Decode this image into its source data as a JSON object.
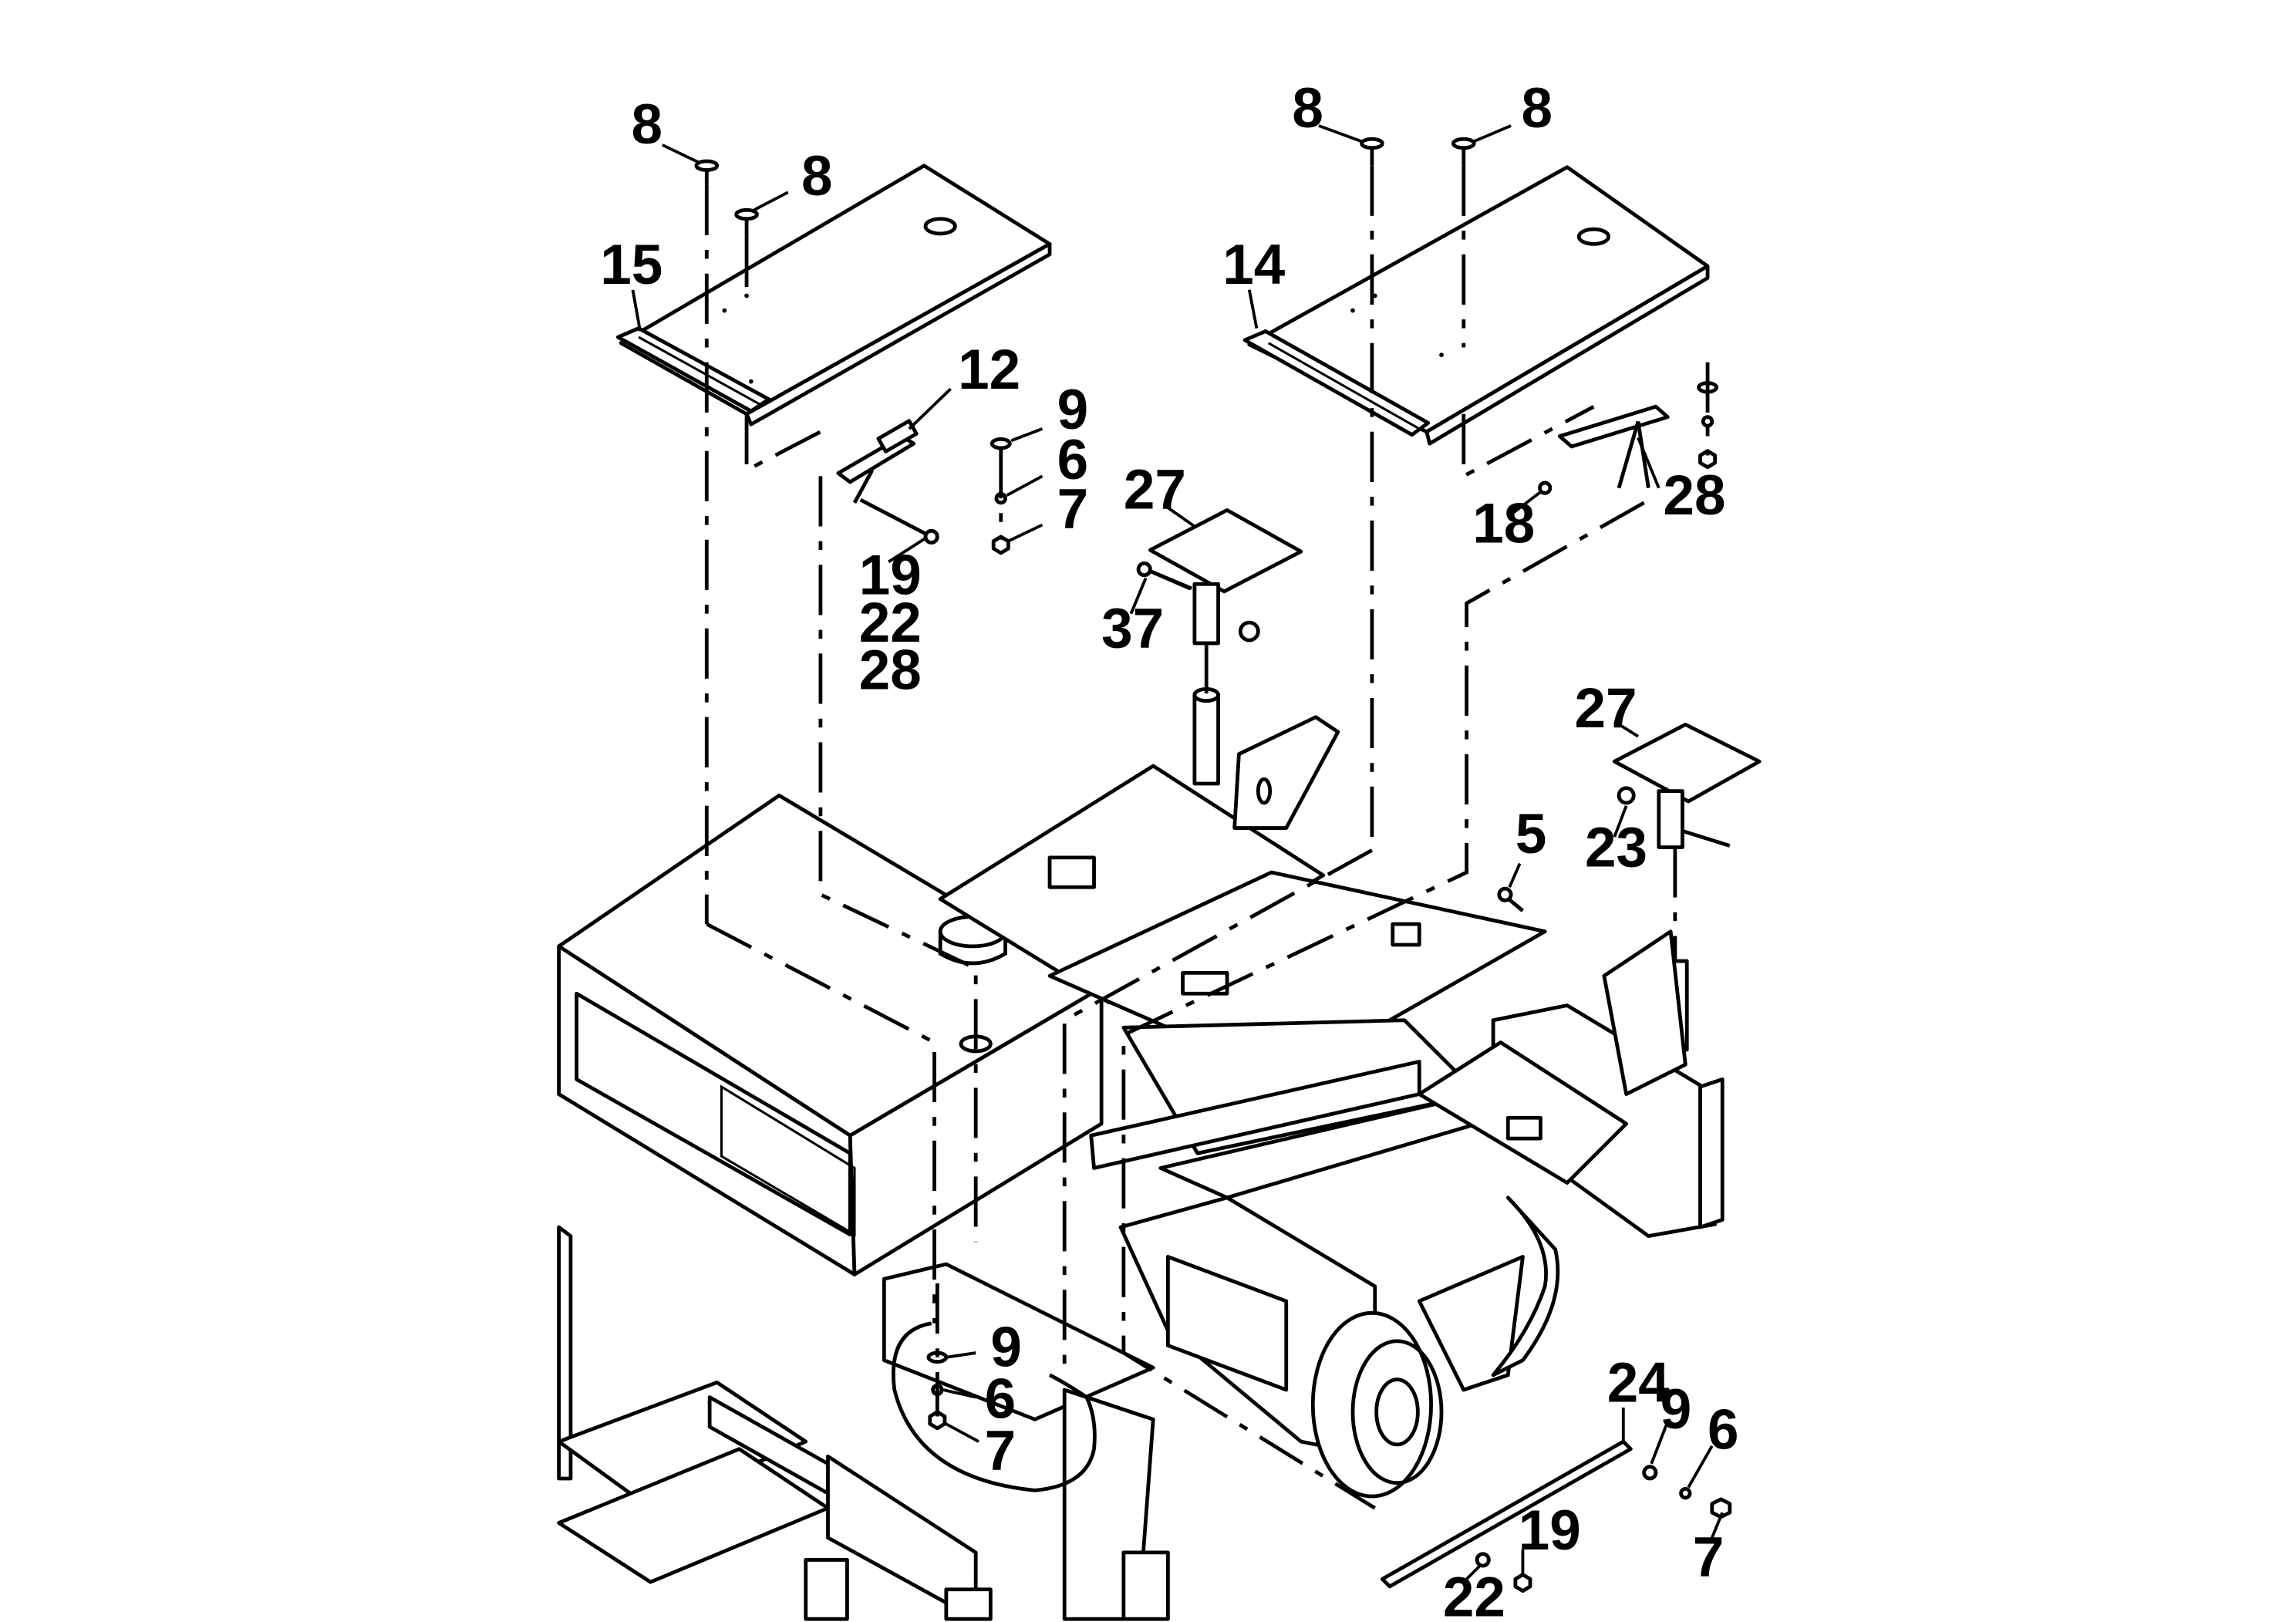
{
  "callouts": {
    "c_8a": "8",
    "c_8b": "8",
    "c_8c": "8",
    "c_8d": "8",
    "c_15": "15",
    "c_14": "14",
    "c_12": "12",
    "c_9a": "9",
    "c_6a": "6",
    "c_7a": "7",
    "c_19a": "19",
    "c_22a": "22",
    "c_28a": "28",
    "c_27a": "27",
    "c_37": "37",
    "c_18": "18",
    "c_28b": "28",
    "c_27b": "27",
    "c_23": "23",
    "c_5": "5",
    "c_9b": "9",
    "c_6b": "6",
    "c_7b": "7",
    "c_24": "24",
    "c_9c": "9",
    "c_6c": "6",
    "c_7c": "7",
    "c_19b": "19",
    "c_22b": "22"
  }
}
